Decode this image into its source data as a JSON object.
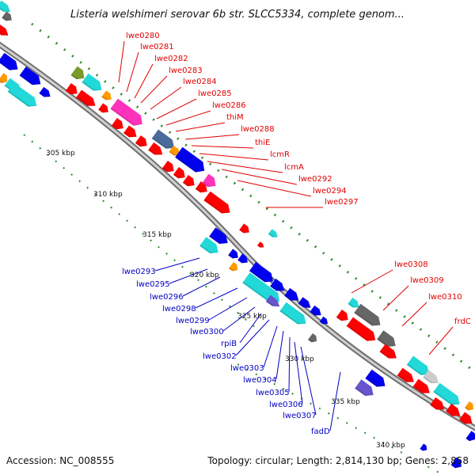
{
  "title": "Listeria welshimeri serovar 6b str. SLCC5334, complete genom...",
  "footer": {
    "accession": "Accession: NC_008555",
    "summary": "Topology: circular; Length: 2,814,130 bp; Genes: 2,858"
  },
  "scale_labels": [
    "305 kbp",
    "310 kbp",
    "315 kbp",
    "320 kbp",
    "325 kbp",
    "330 kbp",
    "335 kbp",
    "340 kbp"
  ],
  "forward_genes": [
    "lwe0280",
    "lwe0281",
    "lwe0282",
    "lwe0283",
    "lwe0284",
    "lwe0285",
    "lwe0286",
    "thiM",
    "lwe0288",
    "thiE",
    "lcmR",
    "lcmA",
    "lwe0292",
    "lwe0294",
    "lwe0297",
    "lwe0308",
    "lwe0309",
    "lwe0310",
    "frdC"
  ],
  "reverse_genes": [
    "lwe0293",
    "lwe0295",
    "lwe0296",
    "lwe0298",
    "lwe0299",
    "lwe0300",
    "rpiB",
    "lwe0302",
    "lwe0303",
    "lwe0304",
    "lwe0305",
    "lwe0306",
    "lwe0307",
    "fadD"
  ],
  "colors": {
    "forward_label": "#e00000",
    "reverse_label": "#0000c0",
    "backbone": "#8c8c8c",
    "tick": "#2e8b2e",
    "gene_red": "#ff0000",
    "gene_blue": "#0000ee",
    "gene_cyan": "#22d8d8",
    "gene_magenta": "#ff33bb",
    "gene_orange": "#ff9900",
    "gene_gray": "#666666",
    "gene_olive": "#7a9a2a",
    "gene_purple": "#6655cc"
  }
}
